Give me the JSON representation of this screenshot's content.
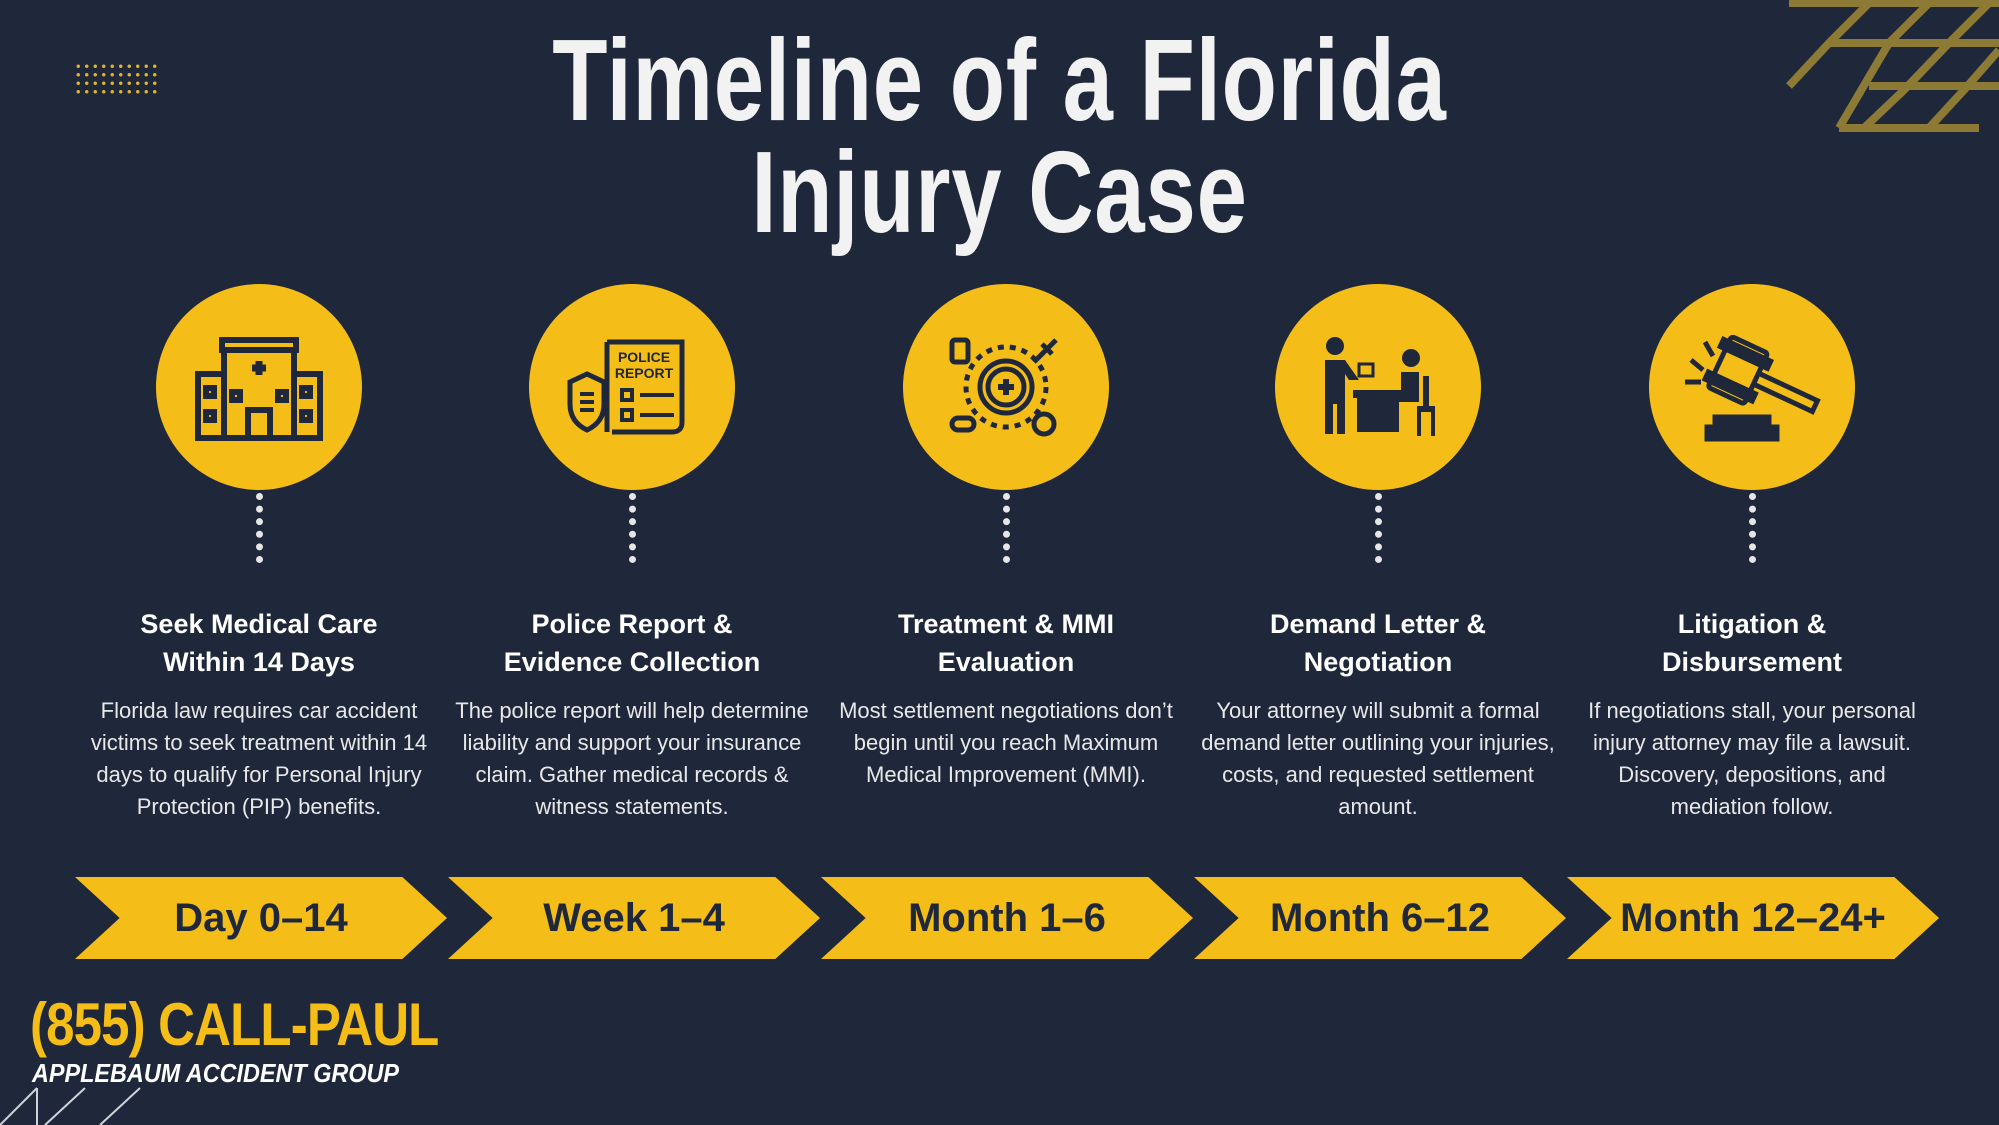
{
  "title": {
    "line1": "Timeline of a Florida",
    "line2": "Injury Case"
  },
  "steps": [
    {
      "icon": "hospital-icon",
      "heading1": "Seek Medical Care",
      "heading2": "Within 14 Days",
      "body": "Florida law requires car accident victims to seek treatment within 14 days to qualify for Personal Injury Protection (PIP) benefits.",
      "period": "Day 0–14"
    },
    {
      "icon": "police-report-icon",
      "icon_text1": "POLICE",
      "icon_text2": "REPORT",
      "heading1": "Police Report &",
      "heading2": "Evidence Collection",
      "body": "The police report will help determine liability and support your insurance claim. Gather medical records & witness statements.",
      "period": "Week 1–4"
    },
    {
      "icon": "medical-treatment-icon",
      "heading1": "Treatment & MMI",
      "heading2": "Evaluation",
      "body": "Most settlement negotiations don’t begin until you reach Maximum Medical Improvement (MMI).",
      "period": "Month 1–6"
    },
    {
      "icon": "negotiation-icon",
      "heading1": "Demand Letter &",
      "heading2": "Negotiation",
      "body": "Your attorney will submit a formal demand letter outlining your injuries, costs, and requested settlement amount.",
      "period": "Month 6–12"
    },
    {
      "icon": "gavel-icon",
      "heading1": "Litigation &",
      "heading2": "Disbursement",
      "body": "If negotiations stall, your personal injury attorney may file a lawsuit. Discovery, depositions, and mediation follow.",
      "period": "Month 12–24+"
    }
  ],
  "footer": {
    "phone": "(855) CALL-PAUL",
    "company": "APPLEBAUM ACCIDENT GROUP"
  },
  "colors": {
    "background": "#1f283a",
    "accent": "#f5bd17"
  }
}
